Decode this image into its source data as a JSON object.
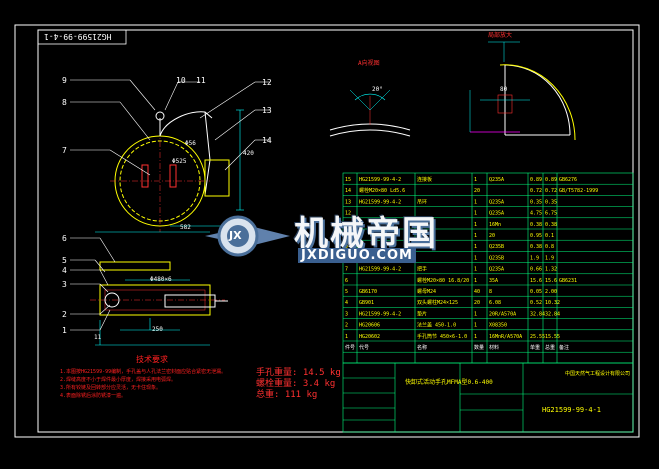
{
  "drawing_code": "HG21599-99-4-1",
  "drawing_title": "快卸式活动手孔MFMA型0.6-400",
  "company": "中国天然气工程设计有限公司",
  "tech_requirements": {
    "title": "技术要求",
    "lines": [
      "1.本图按HG21599-99编制，手孔盖与人孔法兰密封面应贴合紧密无泄漏。",
      "2.焊缝高度不小于焊件最小厚度，焊接采用电弧焊。",
      "3.所有铰链及回转部分应灵活，无卡住现象。",
      "4.表面除锈后涂防锈漆一遍。"
    ]
  },
  "weights": [
    "手孔重量: 14.5 kg",
    "螺栓重量: 3.4 kg",
    "总重: 111 kg"
  ],
  "view_labels": {
    "detail_a": "A向视图",
    "detail_b": "局部放大"
  },
  "callouts": [
    "1",
    "2",
    "3",
    "4",
    "5",
    "6",
    "7",
    "8",
    "9",
    "10",
    "11",
    "12",
    "13",
    "14"
  ],
  "dimensions": [
    "20°",
    "250",
    "Φ480×6",
    "Φ56",
    "Φ525",
    "582",
    "420",
    "11",
    "80"
  ],
  "watermark": {
    "title": "机械帝国",
    "subtitle": "JXDIGUO.COM",
    "logo_text": "JX"
  },
  "bom": {
    "header": [
      "件号",
      "代号",
      "名称",
      "数量",
      "材料",
      "单重",
      "总重",
      "备注"
    ],
    "rows": [
      [
        "15",
        "HG21599-99-4-2",
        "连接板",
        "1",
        "Q235A",
        "0.89",
        "0.89",
        "GB6276"
      ],
      [
        "14",
        "螺栓M20×80 Ld5.6",
        "",
        "20",
        "",
        "0.72",
        "0.72",
        "GB/T5782-1999"
      ],
      [
        "13",
        "HG21599-99-4-2",
        "吊环",
        "1",
        "Q235A",
        "0.35",
        "0.35",
        ""
      ],
      [
        "12",
        "",
        "",
        "1",
        "Q235A",
        "4.75",
        "6.75",
        ""
      ],
      [
        "11",
        "",
        "",
        "1",
        "16Mn",
        "0.38",
        "0.38",
        ""
      ],
      [
        "10",
        "",
        "",
        "1",
        "20",
        "0.95",
        "0.1",
        ""
      ],
      [
        "9",
        "",
        "",
        "1",
        "Q235B",
        "0.38",
        "0.8",
        ""
      ],
      [
        "8",
        "",
        "",
        "1",
        "Q235B",
        "1.9",
        "1.9",
        ""
      ],
      [
        "7",
        "HG21599-99-4-2",
        "把手",
        "1",
        "Q235A",
        "0.66",
        "1.32",
        ""
      ],
      [
        "6",
        "",
        "螺栓M20×80 16.8/20",
        "1",
        "35A",
        "15.6",
        "15.6",
        "GB6231"
      ],
      [
        "5",
        "GB6170",
        "螺母M24",
        "40",
        "8",
        "0.05",
        "2.00",
        ""
      ],
      [
        "4",
        "GB901",
        "双头螺柱M24×125",
        "20",
        "6.08",
        "0.52",
        "10.32",
        ""
      ],
      [
        "3",
        "HG21599-99-4-2",
        "垫片",
        "1",
        "20R/A570A",
        "32.84",
        "32.84",
        ""
      ],
      [
        "2",
        "HG20606",
        "法兰盖 450-1.0",
        "1",
        "X08350",
        "",
        "",
        ""
      ],
      [
        "1",
        "HG20602",
        "手孔筒节 450×6-1.0",
        "1",
        "16MnR/A570A",
        "25.55",
        "15.55",
        ""
      ]
    ]
  },
  "colors": {
    "background": "#000000",
    "frame": "#ffffff",
    "geometry": "#ffff00",
    "dimension": "#00ffff",
    "annotation": "#ff3030",
    "table_lines": "#00ff7f",
    "highlight": "#ff00ff"
  }
}
